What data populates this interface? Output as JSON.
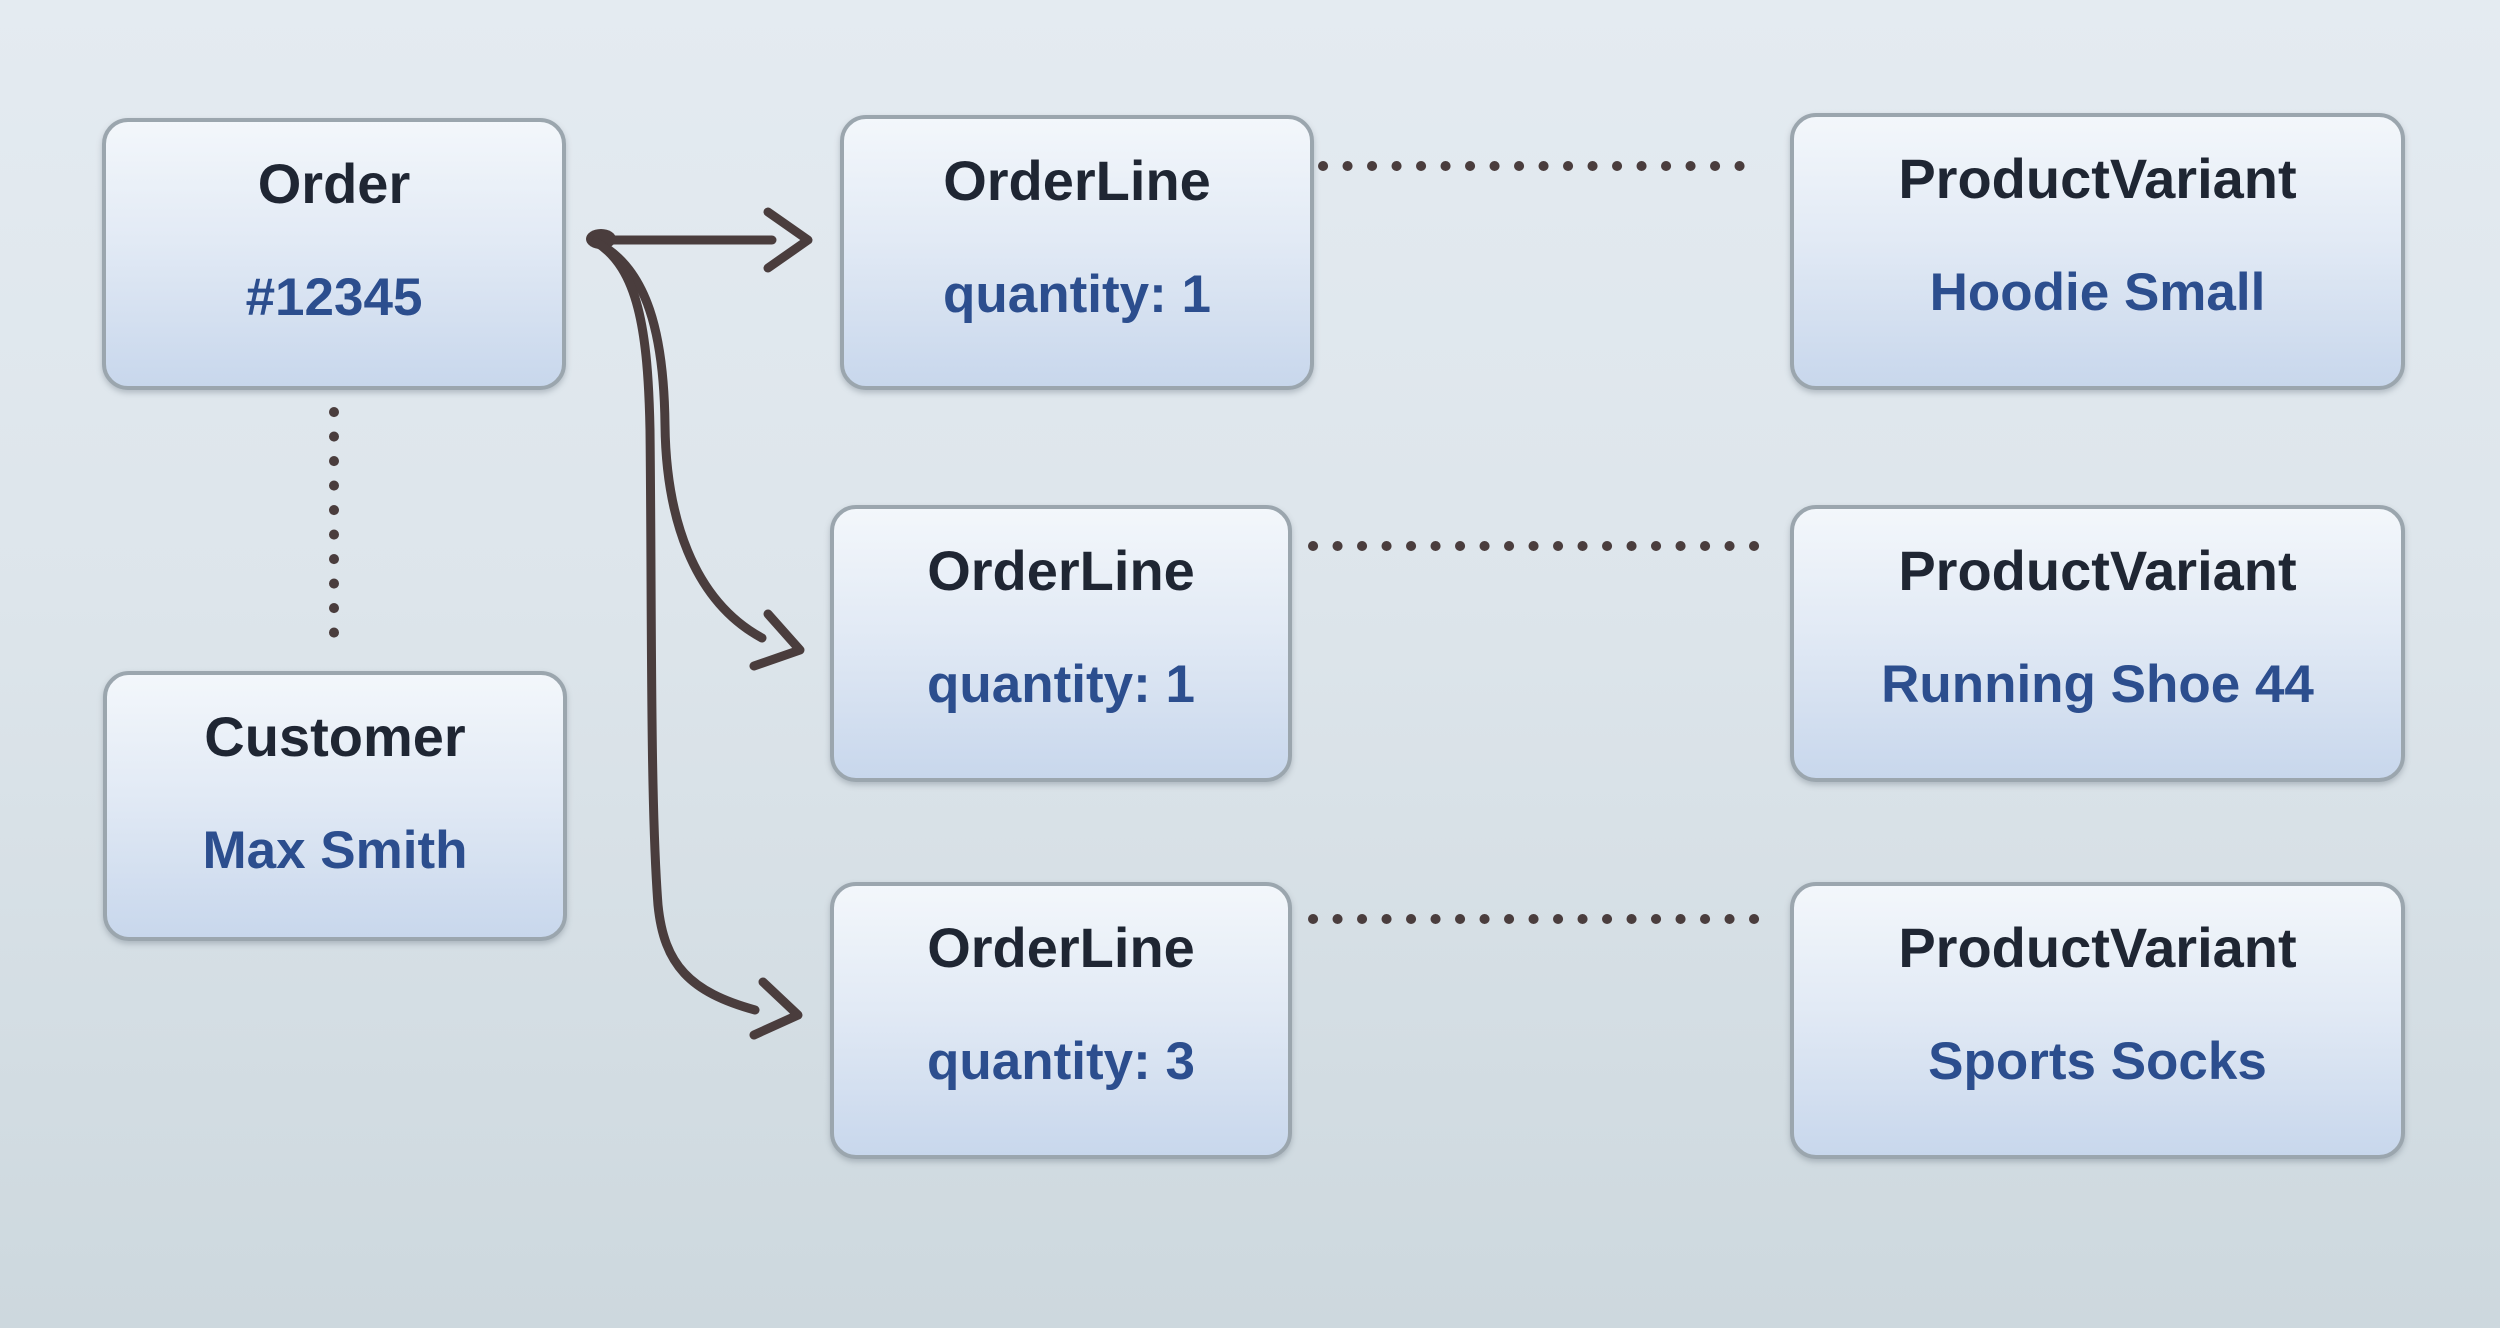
{
  "diagram": {
    "nodes": {
      "order": {
        "title": "Order",
        "value": "#12345"
      },
      "customer": {
        "title": "Customer",
        "value": "Max Smith"
      },
      "orderline1": {
        "title": "OrderLine",
        "value": "quantity: 1"
      },
      "orderline2": {
        "title": "OrderLine",
        "value": "quantity: 1"
      },
      "orderline3": {
        "title": "OrderLine",
        "value": "quantity: 3"
      },
      "variant1": {
        "title": "ProductVariant",
        "value": "Hoodie Small"
      },
      "variant2": {
        "title": "ProductVariant",
        "value": "Running Shoe 44"
      },
      "variant3": {
        "title": "ProductVariant",
        "value": "Sports Socks"
      }
    },
    "connections": [
      {
        "from": "order",
        "to": "orderline1",
        "style": "solid-arrow"
      },
      {
        "from": "order",
        "to": "orderline2",
        "style": "solid-arrow"
      },
      {
        "from": "order",
        "to": "orderline3",
        "style": "solid-arrow"
      },
      {
        "from": "order",
        "to": "customer",
        "style": "dotted"
      },
      {
        "from": "orderline1",
        "to": "variant1",
        "style": "dotted"
      },
      {
        "from": "orderline2",
        "to": "variant2",
        "style": "dotted"
      },
      {
        "from": "orderline3",
        "to": "variant3",
        "style": "dotted"
      }
    ],
    "colors": {
      "background_top": "#e4ebf1",
      "background_bottom": "#cdd8de",
      "node_fill_top": "#f3f7fb",
      "node_fill_bottom": "#c8d7ec",
      "node_border": "#9ba6ae",
      "title_text": "#1f2633",
      "value_text": "#2c4e8e",
      "connector": "#4a3d3d"
    }
  }
}
